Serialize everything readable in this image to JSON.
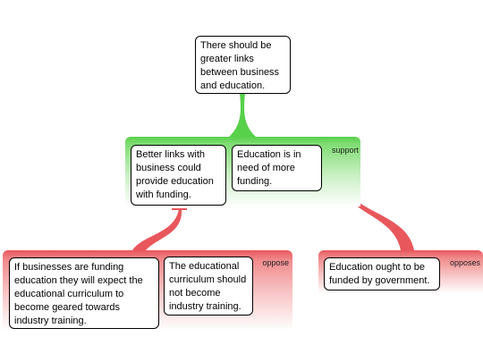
{
  "nodes": {
    "claim": "There should be\ngreater links\nbetween business\nand education.",
    "support_1": "Better links with\nbusiness could\nprovide education\nwith funding.",
    "support_2": "Education is in\nneed of more\nfunding.",
    "oppose_1": "If businesses are funding\neducation they will expect the\neducational curriculum to\nbecome geared towards\nindustry training.",
    "oppose_2": "The educational\ncurriculum should\nnot become\nindustry training.",
    "oppose_3": "Education ought to be\nfunded by government."
  },
  "group_labels": {
    "support": "support",
    "oppose": "oppose",
    "opposes": "opposes"
  },
  "colors": {
    "support": "#57d04a",
    "oppose": "#e8575c"
  }
}
